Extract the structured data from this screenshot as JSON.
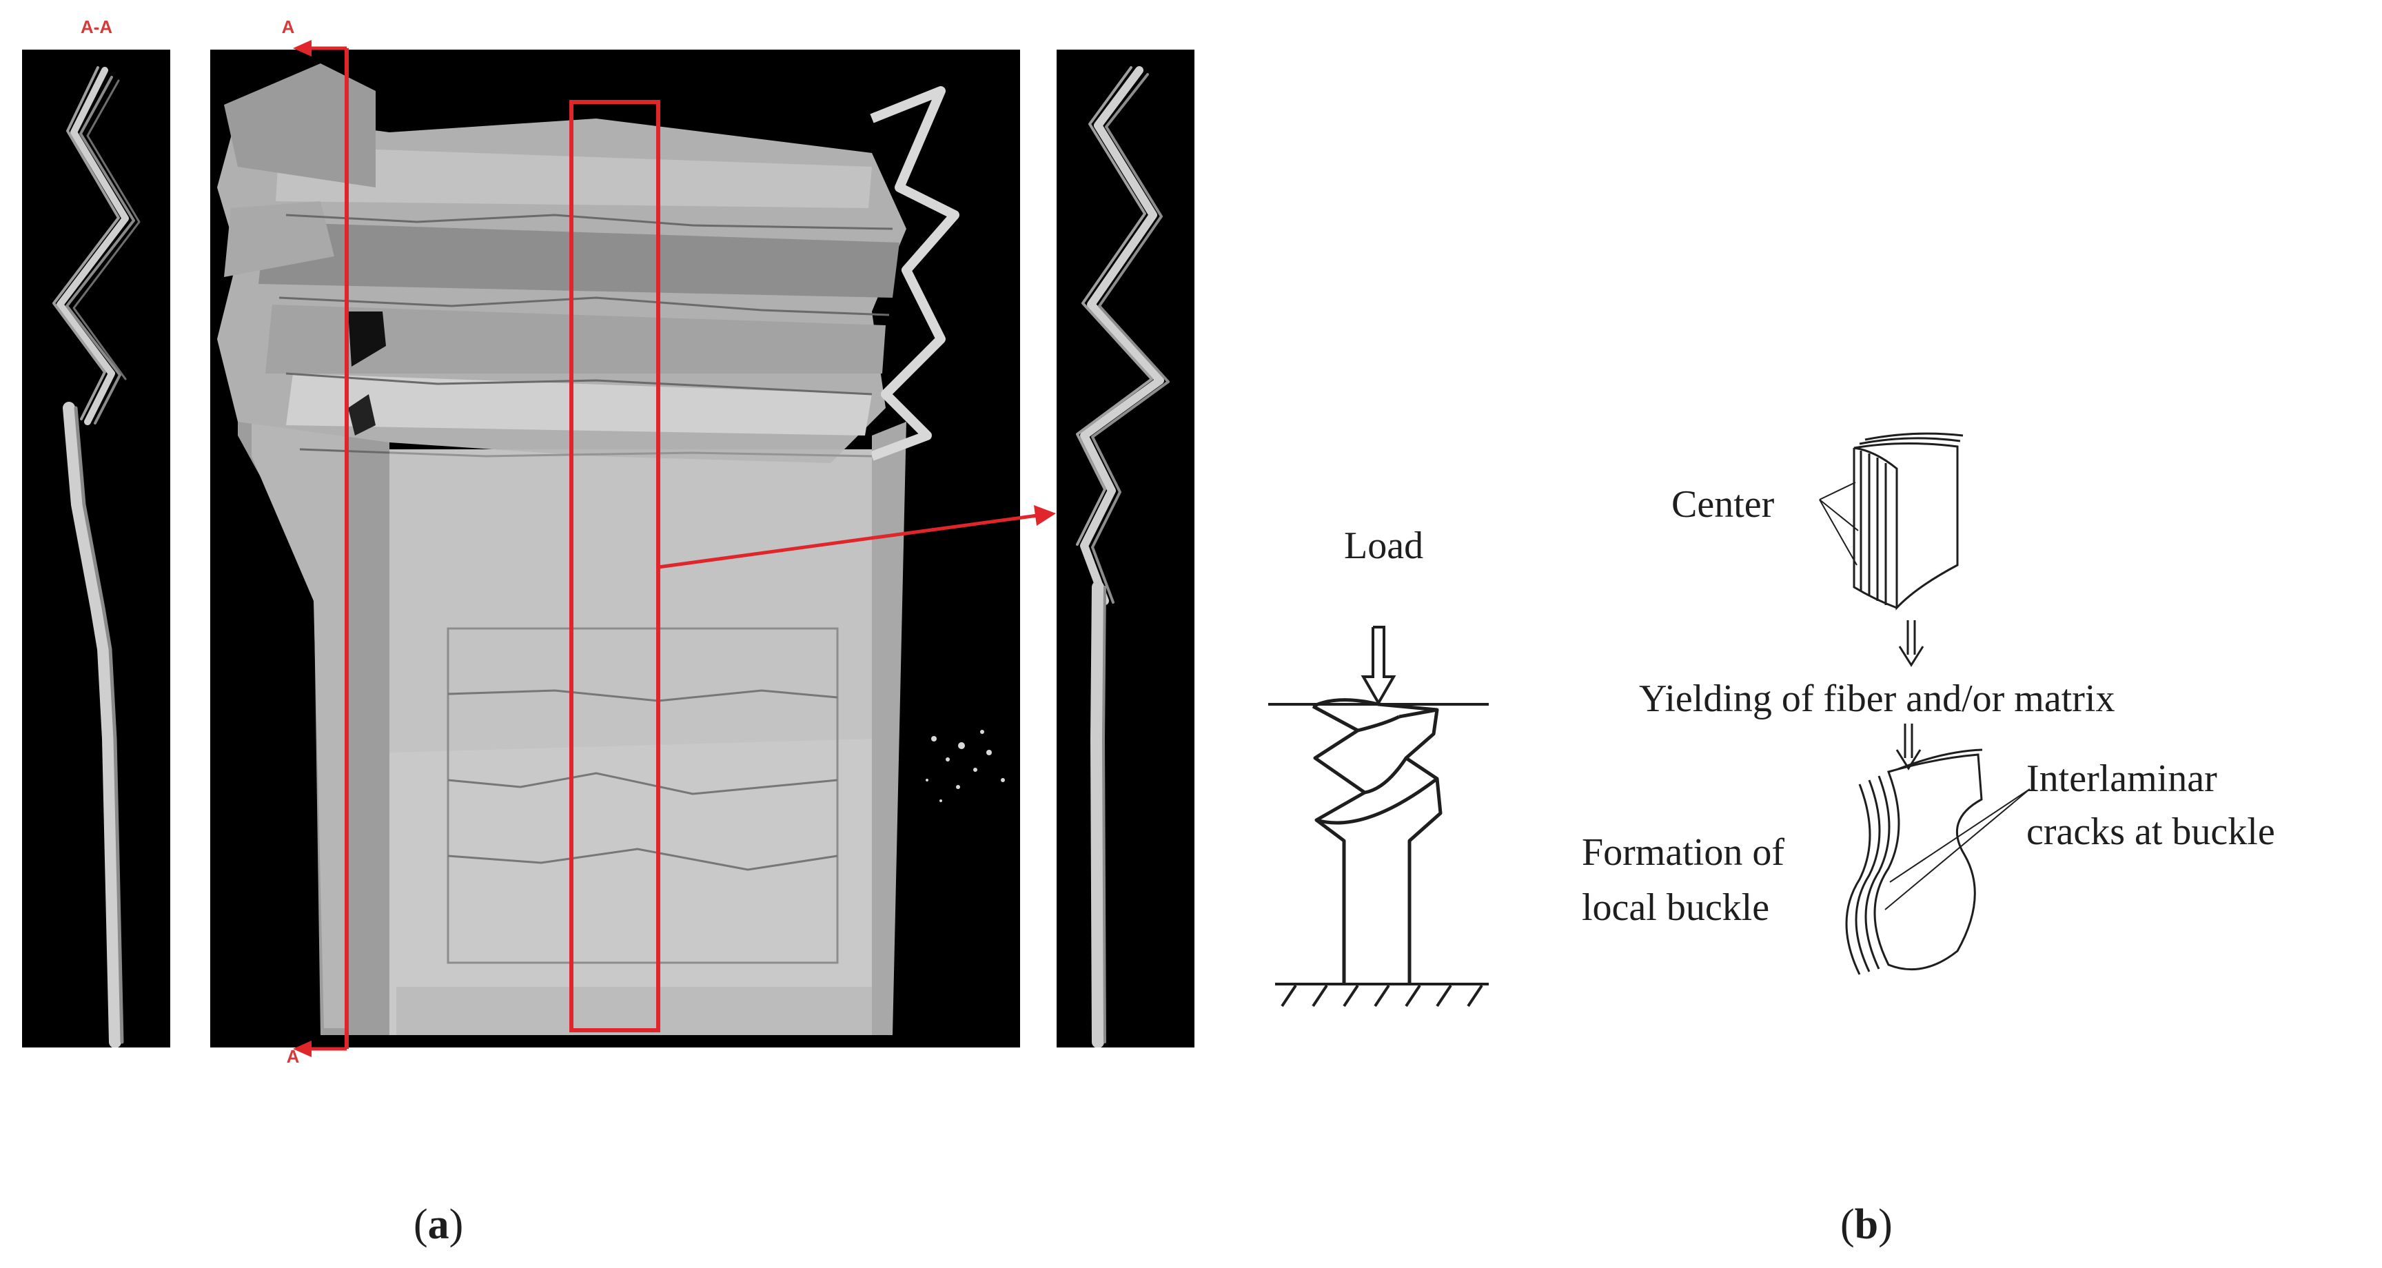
{
  "panel_a": {
    "section_label": "A-A",
    "cut_label_top": "A",
    "cut_label_bottom": "A",
    "caption_open": "(",
    "caption_letter": "a",
    "caption_close": ")"
  },
  "load_diagram": {
    "load_label": "Load"
  },
  "panel_b": {
    "center_label": "Center",
    "yielding_label": "Yielding of fiber and/or matrix",
    "formation_line1": "Formation of",
    "formation_line2": "local buckle",
    "interlaminar_line1": "Interlaminar",
    "interlaminar_line2": "cracks at buckle",
    "caption_open": "(",
    "caption_letter": "b",
    "caption_close": ")"
  },
  "colors": {
    "annotation_red": "#e0262a",
    "ct_background": "#000000",
    "specimen_gray": "#c8c8c8"
  }
}
